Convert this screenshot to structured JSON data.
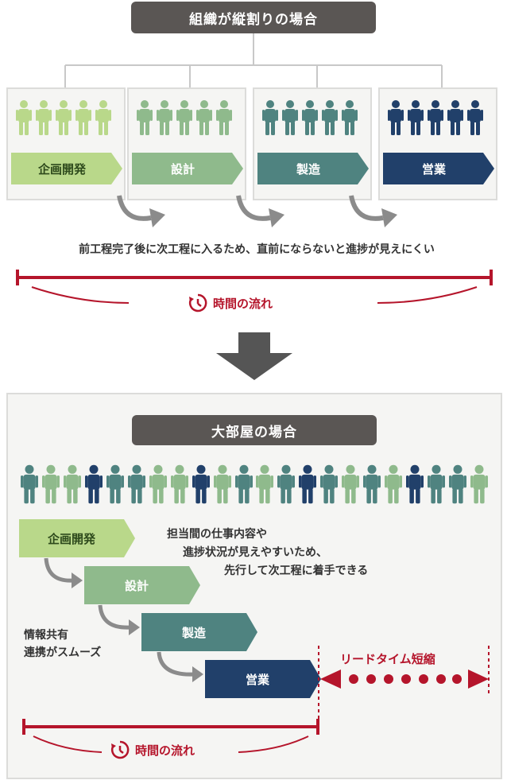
{
  "colors": {
    "dept1": "#b9d88a",
    "dept2": "#8fba8c",
    "dept3": "#4f8380",
    "dept4": "#21406a",
    "accent_red": "#b5152b",
    "title_bg": "#5a5654",
    "arrow_gray": "#8b8b8b"
  },
  "top": {
    "title": "組織が縦割りの場合",
    "departments": [
      {
        "label": "企画開発",
        "color_key": "dept1",
        "text_color": "#2e4a1c"
      },
      {
        "label": "設計",
        "color_key": "dept2",
        "text_color": "#ffffff"
      },
      {
        "label": "製造",
        "color_key": "dept3",
        "text_color": "#ffffff"
      },
      {
        "label": "営業",
        "color_key": "dept4",
        "text_color": "#ffffff"
      }
    ],
    "note": "前工程完了後に次工程に入るため、直前にならないと進捗が見えにくい",
    "time_label": "時間の流れ"
  },
  "bottom": {
    "title": "大部屋の場合",
    "people_colors": [
      "dept3",
      "dept2",
      "dept2",
      "dept4",
      "dept3",
      "dept3",
      "dept2",
      "dept2",
      "dept4",
      "dept2",
      "dept3",
      "dept2",
      "dept3",
      "dept4",
      "dept3",
      "dept2",
      "dept3",
      "dept2",
      "dept4",
      "dept3",
      "dept3",
      "dept2"
    ],
    "steps": [
      {
        "label": "企画開発",
        "color_key": "dept1",
        "text_color": "#2e4a1c"
      },
      {
        "label": "設計",
        "color_key": "dept2",
        "text_color": "#ffffff"
      },
      {
        "label": "製造",
        "color_key": "dept3",
        "text_color": "#ffffff"
      },
      {
        "label": "営業",
        "color_key": "dept4",
        "text_color": "#ffffff"
      }
    ],
    "note_lines": [
      "担当間の仕事内容や",
      "進捗状況が見えやすいため、",
      "先行して次工程に着手できる"
    ],
    "share_lines": [
      "情報共有",
      "連携がスムーズ"
    ],
    "lead_time_label": "リードタイム短縮",
    "time_label": "時間の流れ"
  }
}
